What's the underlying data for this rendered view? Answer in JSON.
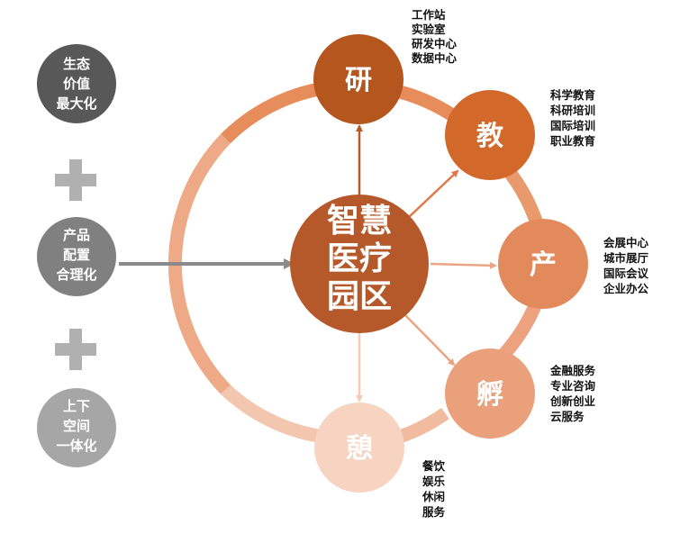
{
  "left_column": [
    {
      "lines": [
        "生态",
        "价值",
        "最大化"
      ],
      "color": "#585858"
    },
    {
      "lines": [
        "产品",
        "配置",
        "合理化"
      ],
      "color": "#808080"
    },
    {
      "lines": [
        "上下",
        "空间",
        "一体化"
      ],
      "color": "#a6a6a6"
    }
  ],
  "plus_color": "#b0b0b0",
  "center": {
    "lines": [
      "智慧",
      "医疗",
      "园区"
    ],
    "color": "#b5592a"
  },
  "nodes": [
    {
      "label": "研",
      "color": "#b4561e",
      "notes": [
        "工作站",
        "实验室",
        "研发中心",
        "数据中心"
      ]
    },
    {
      "label": "教",
      "color": "#d2692a",
      "notes": [
        "科学教育",
        "科研培训",
        "国际培训",
        "职业教育"
      ]
    },
    {
      "label": "产",
      "color": "#e38a5c",
      "notes": [
        "会展中心",
        "城市展厅",
        "国际会议",
        "企业办公"
      ]
    },
    {
      "label": "孵",
      "color": "#eba07c",
      "notes": [
        "金融服务",
        "专业咨询",
        "创新创业",
        "云服务"
      ]
    },
    {
      "label": "憩",
      "color": "#f6d4c1",
      "notes": [
        "餐饮",
        "娱乐",
        "休闲",
        "服务"
      ]
    }
  ]
}
